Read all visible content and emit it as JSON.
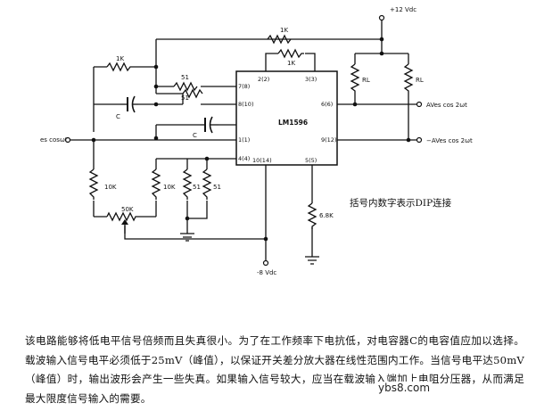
{
  "diagram": {
    "supply_pos": "+12 Vdc",
    "supply_neg": "-8 Vdc",
    "chip_name": "LM1596",
    "resistors": {
      "r_top_1k": "1K",
      "r_left_1k": "1K",
      "r_chip_1k": "1K",
      "r51_a": "51",
      "r51_b": "51",
      "r10k_a": "10K",
      "r10k_b": "10K",
      "r51_c": "51",
      "r51_d": "51",
      "r68k": "6.8K",
      "pot": "50K",
      "rl_a": "RL",
      "rl_b": "RL"
    },
    "capacitors": {
      "c1": "C",
      "c2": "C"
    },
    "pins": {
      "p2": "2(2)",
      "p3": "3(3)",
      "p7": "7(8)",
      "p8": "8(10)",
      "p6": "6(6)",
      "p1": "1(1)",
      "p9": "9(12)",
      "p4": "4(4)",
      "p10": "10(14)",
      "p5": "5(5)"
    },
    "input_label": "es cosωt",
    "output_pos": "AVes cos 2ωt",
    "output_neg": "−AVes cos 2ωt",
    "note": "括号内数字表示DIP连接"
  },
  "description": "该电路能够将低电平信号倍频而且失真很小。为了在工作频率下电抗低，对电容器C的电容值应加以选择。载波输入信号电平必须低于25mV（峰值），以保证开关差分放大器在线性范围内工作。当信号电平达50mV（峰值）时，输出波形会产生一些失真。如果输入信号较大，应当在载波输入端加上电阻分压器，从而满足最大限度信号输入的需要。",
  "watermark": "ybs8.com"
}
